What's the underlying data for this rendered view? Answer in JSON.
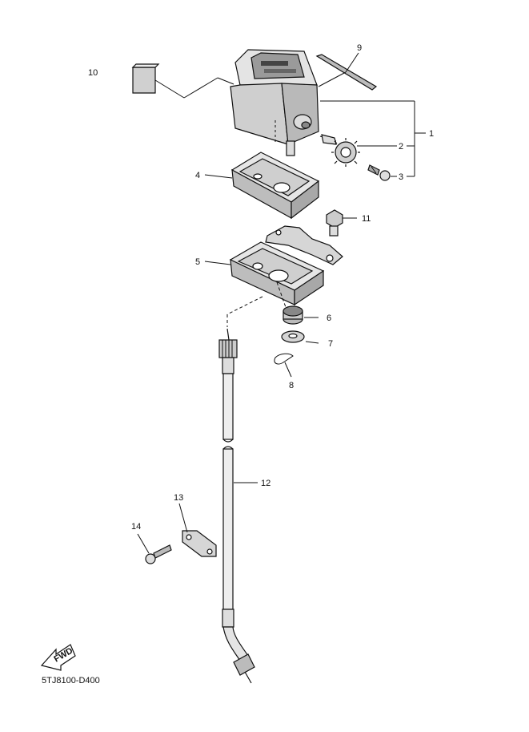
{
  "callouts": [
    {
      "id": "1",
      "text": "1"
    },
    {
      "id": "2",
      "text": "2"
    },
    {
      "id": "3",
      "text": "3"
    },
    {
      "id": "4",
      "text": "4"
    },
    {
      "id": "5",
      "text": "5"
    },
    {
      "id": "6",
      "text": "6"
    },
    {
      "id": "7",
      "text": "7"
    },
    {
      "id": "8",
      "text": "8"
    },
    {
      "id": "9",
      "text": "9"
    },
    {
      "id": "10",
      "text": "10"
    },
    {
      "id": "11",
      "text": "11"
    },
    {
      "id": "12",
      "text": "12"
    },
    {
      "id": "13",
      "text": "13"
    },
    {
      "id": "14",
      "text": "14"
    }
  ],
  "fwd_label": "FWD",
  "diagram_code": "5TJ8100-D400"
}
